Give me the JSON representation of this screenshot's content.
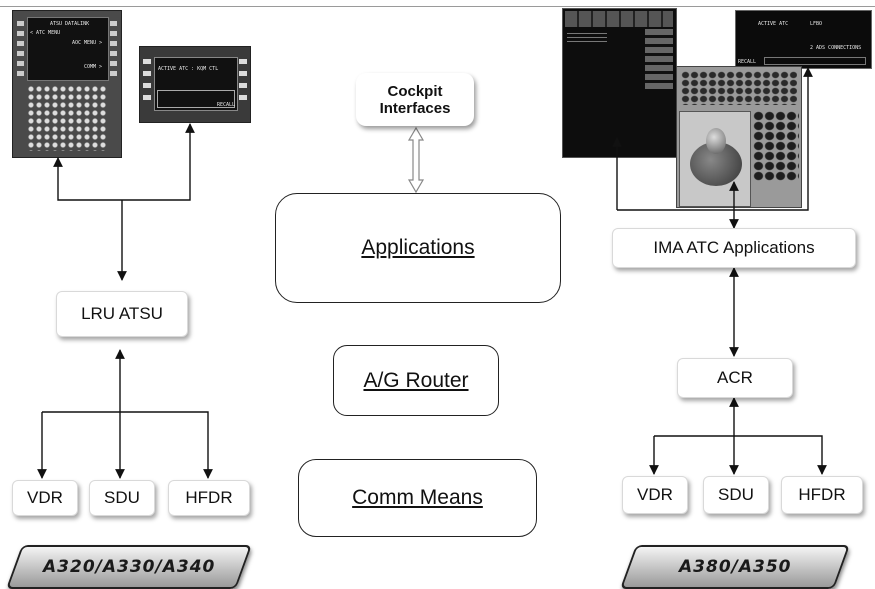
{
  "left": {
    "lru_atsu": "LRU ATSU",
    "radios": [
      "VDR",
      "SDU",
      "HFDR"
    ],
    "badge": "A320/A330/A340",
    "mcdu_screen": [
      "ATSU DATALINK",
      "< ATC MENU",
      "AOC MENU >",
      "COMM >"
    ],
    "dcdu_screen": [
      "ACTIVE ATC : KQM CTL",
      "RECALL"
    ]
  },
  "center": {
    "cockpit_line1": "Cockpit",
    "cockpit_line2": "Interfaces",
    "applications": "Applications",
    "router": "A/G Router",
    "comm_means": "Comm Means"
  },
  "right": {
    "ima": "IMA ATC Applications",
    "acr": "ACR",
    "radios": [
      "VDR",
      "SDU",
      "HFDR"
    ],
    "badge": "A380/A350",
    "mfd_screen": [
      "ACTIVE ATC",
      "LFBO",
      "2  ADS CONNECTIONS",
      "RECALL"
    ]
  }
}
